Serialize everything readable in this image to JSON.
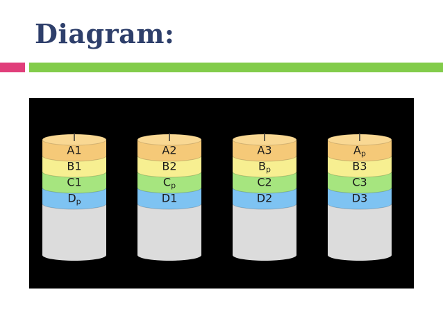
{
  "slide": {
    "title": "Diagram:"
  },
  "colors": {
    "title": "#2e3f6b",
    "accent_pink": "#e03e7a",
    "accent_green": "#82cc4a",
    "panel_bg": "#000000",
    "layer_a": "#f5c978",
    "layer_b": "#f7ef91",
    "layer_c": "#a6e57f",
    "layer_d": "#7ec3f2",
    "disk_body": "#dcdcdc"
  },
  "disks": [
    {
      "name": "disk-1",
      "layers": [
        {
          "kind": "a",
          "base": "A",
          "sub": "1"
        },
        {
          "kind": "b",
          "base": "B",
          "sub": "1"
        },
        {
          "kind": "c",
          "base": "C",
          "sub": "1"
        },
        {
          "kind": "d",
          "base": "D",
          "sub": "p"
        }
      ]
    },
    {
      "name": "disk-2",
      "layers": [
        {
          "kind": "a",
          "base": "A",
          "sub": "2"
        },
        {
          "kind": "b",
          "base": "B",
          "sub": "2"
        },
        {
          "kind": "c",
          "base": "C",
          "sub": "p"
        },
        {
          "kind": "d",
          "base": "D",
          "sub": "1"
        }
      ]
    },
    {
      "name": "disk-3",
      "layers": [
        {
          "kind": "a",
          "base": "A",
          "sub": "3"
        },
        {
          "kind": "b",
          "base": "B",
          "sub": "p"
        },
        {
          "kind": "c",
          "base": "C",
          "sub": "2"
        },
        {
          "kind": "d",
          "base": "D",
          "sub": "2"
        }
      ]
    },
    {
      "name": "disk-4",
      "layers": [
        {
          "kind": "a",
          "base": "A",
          "sub": "p"
        },
        {
          "kind": "b",
          "base": "B",
          "sub": "3"
        },
        {
          "kind": "c",
          "base": "C",
          "sub": "3"
        },
        {
          "kind": "d",
          "base": "D",
          "sub": "3"
        }
      ]
    }
  ]
}
